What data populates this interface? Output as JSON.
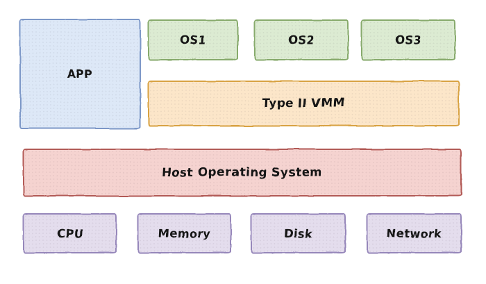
{
  "palette": {
    "blue": {
      "fill": "#dde8f7",
      "stroke": "#7b97c7"
    },
    "green": {
      "fill": "#dcebd2",
      "stroke": "#87aa6c"
    },
    "orange": {
      "fill": "#fce6c9",
      "stroke": "#d8a242"
    },
    "red": {
      "fill": "#f5d3d0",
      "stroke": "#b25a56"
    },
    "purple": {
      "fill": "#e4dded",
      "stroke": "#9687ba"
    }
  },
  "boxes": {
    "app": {
      "label": "APP",
      "color": "blue"
    },
    "os1": {
      "label": "OS1",
      "color": "green"
    },
    "os2": {
      "label": "OS2",
      "color": "green"
    },
    "os3": {
      "label": "OS3",
      "color": "green"
    },
    "vmm": {
      "label": "Type II VMM",
      "color": "orange"
    },
    "host_os": {
      "label": "Host Operating System",
      "color": "red"
    },
    "cpu": {
      "label": "CPU",
      "color": "purple"
    },
    "memory": {
      "label": "Memory",
      "color": "purple"
    },
    "disk": {
      "label": "Disk",
      "color": "purple"
    },
    "network": {
      "label": "Network",
      "color": "purple"
    }
  }
}
